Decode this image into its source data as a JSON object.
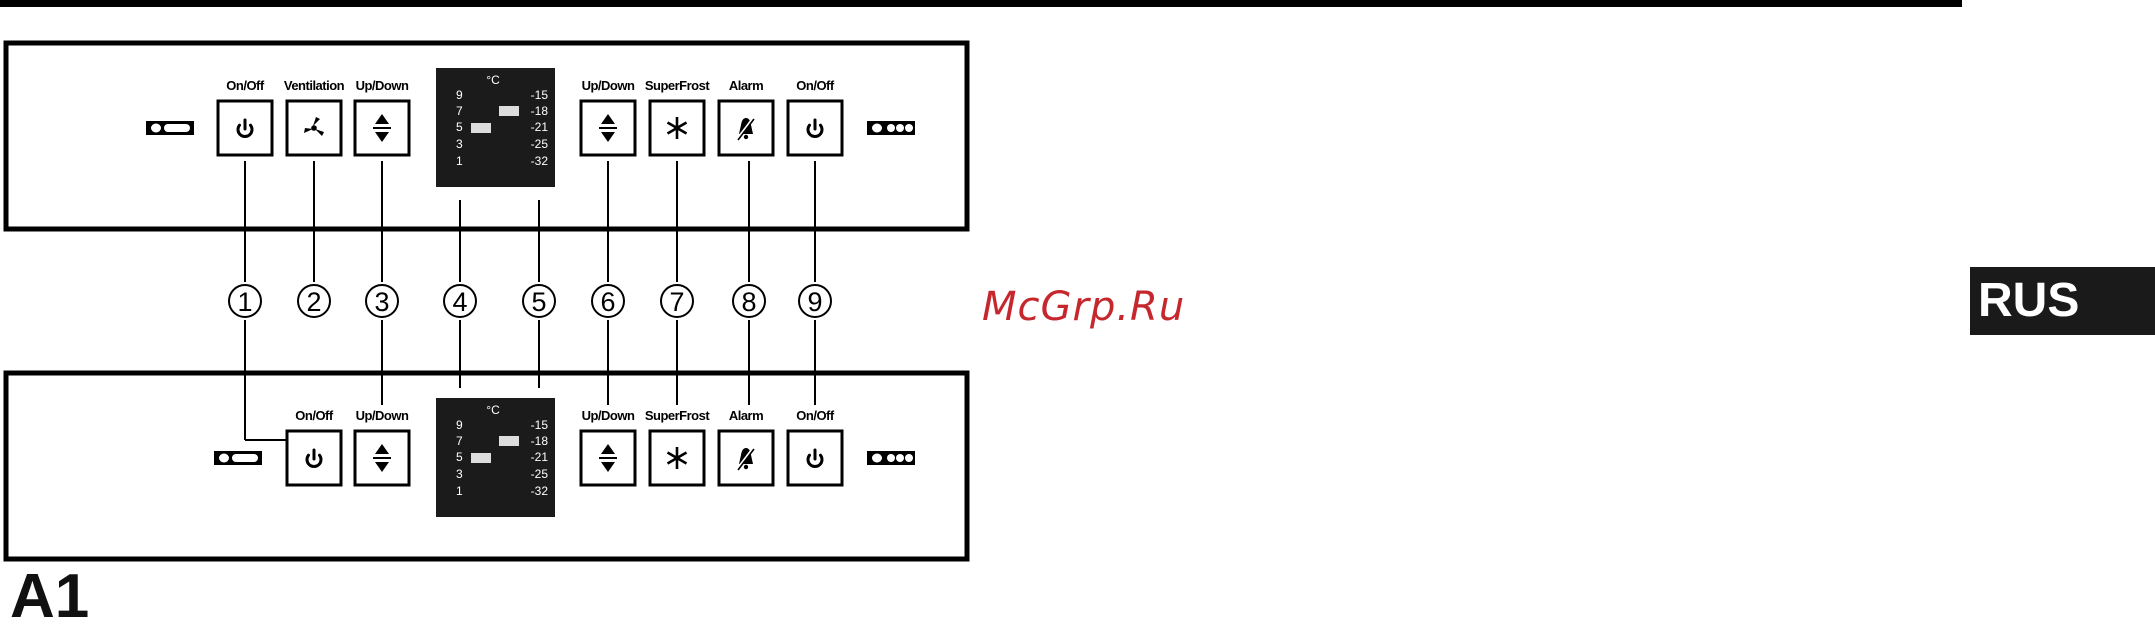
{
  "top_panel": {
    "labels": {
      "onoff_left": "On/Off",
      "ventilation": "Ventilation",
      "updown_left": "Up/Down",
      "updown_right": "Up/Down",
      "superfrost": "SuperFrost",
      "alarm": "Alarm",
      "onoff_right": "On/Off"
    },
    "display": {
      "unit": "°C",
      "left_scale": [
        "9",
        "7",
        "5",
        "3",
        "1"
      ],
      "right_scale": [
        "-15",
        "-18",
        "-21",
        "-25",
        "-32"
      ]
    }
  },
  "bottom_panel": {
    "labels": {
      "onoff_left": "On/Off",
      "updown_left": "Up/Down",
      "updown_right": "Up/Down",
      "superfrost": "SuperFrost",
      "alarm": "Alarm",
      "onoff_right": "On/Off"
    },
    "display": {
      "unit": "°C",
      "left_scale": [
        "9",
        "7",
        "5",
        "3",
        "1"
      ],
      "right_scale": [
        "-15",
        "-18",
        "-21",
        "-25",
        "-32"
      ]
    }
  },
  "callouts": [
    "1",
    "2",
    "3",
    "4",
    "5",
    "6",
    "7",
    "8",
    "9"
  ],
  "watermark": "McGrp.Ru",
  "language_tab": "RUS",
  "figure_label": "A1",
  "icons": {
    "power": "power-icon",
    "fan": "fan-icon",
    "updown": "up-down-arrows-icon",
    "superfrost": "snowflake-icon",
    "alarm": "bell-off-icon"
  }
}
